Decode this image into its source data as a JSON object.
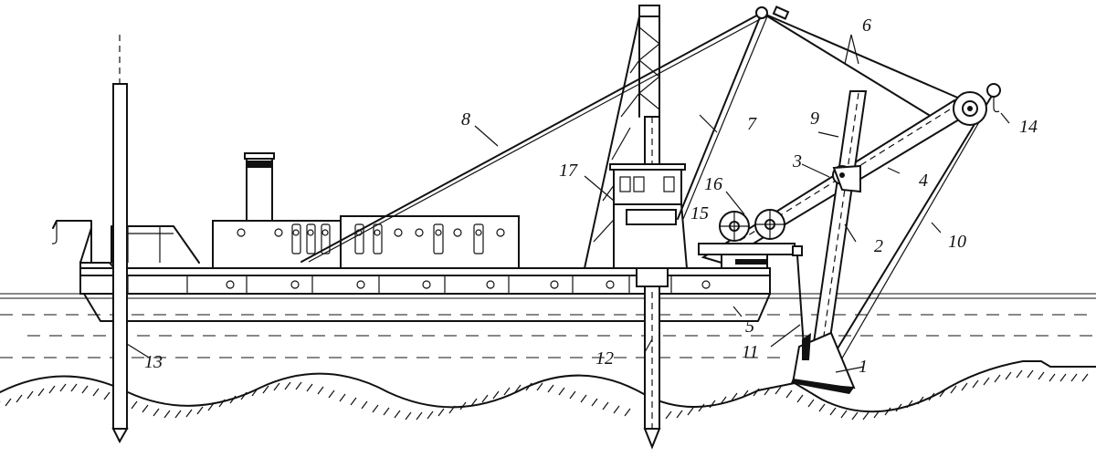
{
  "figure": {
    "labels": [
      {
        "id": "1",
        "text": "1"
      },
      {
        "id": "2",
        "text": "2"
      },
      {
        "id": "3",
        "text": "3"
      },
      {
        "id": "4",
        "text": "4"
      },
      {
        "id": "5",
        "text": "5"
      },
      {
        "id": "6",
        "text": "6"
      },
      {
        "id": "7",
        "text": "7"
      },
      {
        "id": "8",
        "text": "8"
      },
      {
        "id": "9",
        "text": "9"
      },
      {
        "id": "10",
        "text": "10"
      },
      {
        "id": "11",
        "text": "11"
      },
      {
        "id": "12",
        "text": "12"
      },
      {
        "id": "13",
        "text": "13"
      },
      {
        "id": "14",
        "text": "14"
      },
      {
        "id": "15",
        "text": "15"
      },
      {
        "id": "16",
        "text": "16"
      },
      {
        "id": "17",
        "text": "17"
      }
    ]
  }
}
